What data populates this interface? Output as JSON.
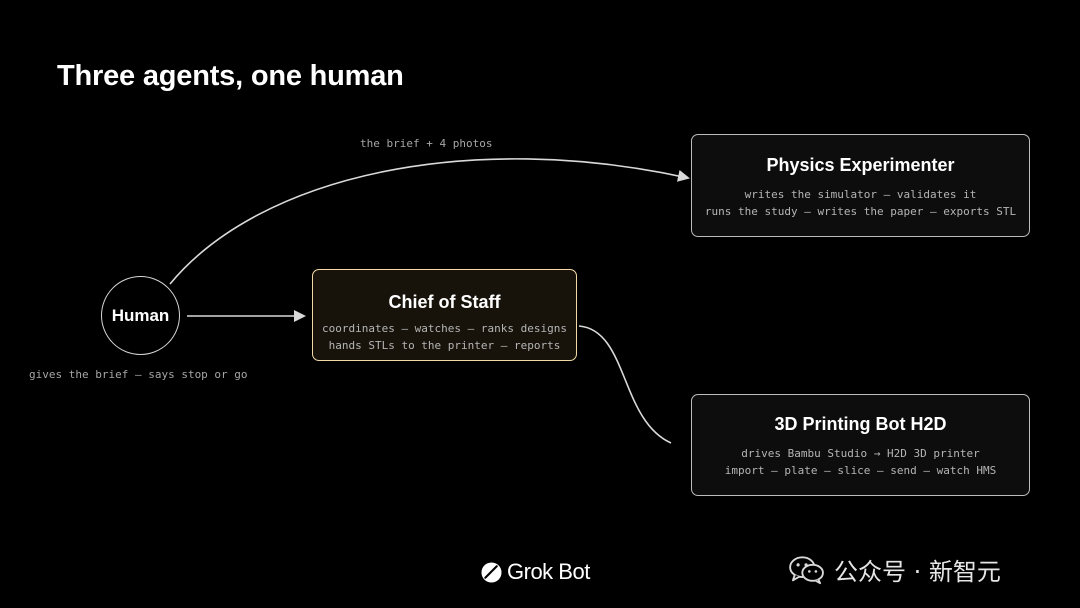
{
  "title": "Three agents, one human",
  "human": {
    "label": "Human",
    "caption": "gives the brief – says stop or go"
  },
  "edges": {
    "human_to_physics": "the brief + 4 photos"
  },
  "agents": {
    "chief": {
      "title": "Chief of Staff",
      "lines": [
        "coordinates – watches – ranks designs",
        "hands STLs to the printer – reports"
      ]
    },
    "physics": {
      "title": "Physics Experimenter",
      "lines": [
        "writes the simulator – validates it",
        "runs the study – writes the paper – exports STL"
      ]
    },
    "printer": {
      "title": "3D Printing Bot H2D",
      "lines": [
        "drives Bambu Studio → H2D 3D printer",
        "import – plate – slice – send – watch HMS"
      ]
    }
  },
  "branding": {
    "name": "Grok Bot",
    "icon": "grok-logo"
  },
  "watermark": {
    "text": "公众号 · 新智元",
    "icon": "wechat-icon"
  },
  "colors": {
    "background": "#000000",
    "box_border": "#bcbcbc",
    "highlight_border": "#f2d9a6",
    "connector": "#d9d9d9"
  }
}
